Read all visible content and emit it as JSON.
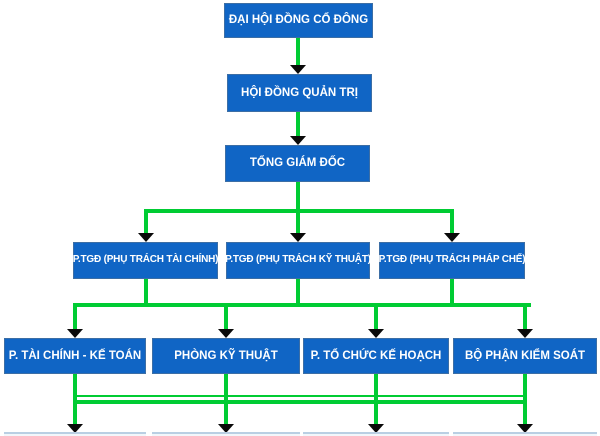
{
  "diagram": {
    "type": "org-chart",
    "language": "vi",
    "colors": {
      "line": "#00cc33",
      "arrow": "#0a0a0a",
      "box-fill": "#1065c5",
      "box-border": "#3c6ea5",
      "box-text": "#ffffff",
      "cutoff": "#b9cfe3"
    },
    "levels": [
      {
        "boxes": [
          "ĐẠI HỘI ĐỒNG CỔ ĐÔNG"
        ]
      },
      {
        "boxes": [
          "HỘI ĐỒNG QUẢN TRỊ"
        ]
      },
      {
        "boxes": [
          "TỔNG GIÁM ĐỐC"
        ]
      },
      {
        "boxes": [
          "P.TGĐ (PHỤ TRÁCH TÀI CHÍNH)",
          "P.TGĐ (PHỤ TRÁCH KỸ THUẬT)",
          "P.TGĐ (PHỤ TRÁCH PHÁP CHẾ)"
        ]
      },
      {
        "boxes": [
          "P. TÀI CHÍNH - KẾ TOÁN",
          "PHÒNG KỸ THUẬT",
          "P. TỔ CHỨC KẾ HOẠCH",
          "BỘ PHẬN KIỂM SOÁT"
        ]
      }
    ],
    "edges": [
      "ĐẠI HỘI ĐỒNG CỔ ĐÔNG -> HỘI ĐỒNG QUẢN TRỊ",
      "HỘI ĐỒNG QUẢN TRỊ -> TỔNG GIÁM ĐỐC",
      "TỔNG GIÁM ĐỐC -> P.TGĐ (PHỤ TRÁCH TÀI CHÍNH)",
      "TỔNG GIÁM ĐỐC -> P.TGĐ (PHỤ TRÁCH KỸ THUẬT)",
      "TỔNG GIÁM ĐỐC -> P.TGĐ (PHỤ TRÁCH PHÁP CHẾ)",
      "P.TGĐ row -> P. TÀI CHÍNH - KẾ TOÁN",
      "P.TGĐ row -> PHÒNG KỸ THUẬT",
      "P.TGĐ row -> P. TỔ CHỨC KẾ HOẠCH",
      "P.TGĐ row -> BỘ PHẬN KIỂM SOÁT",
      "department row -> cut-off row below"
    ]
  }
}
